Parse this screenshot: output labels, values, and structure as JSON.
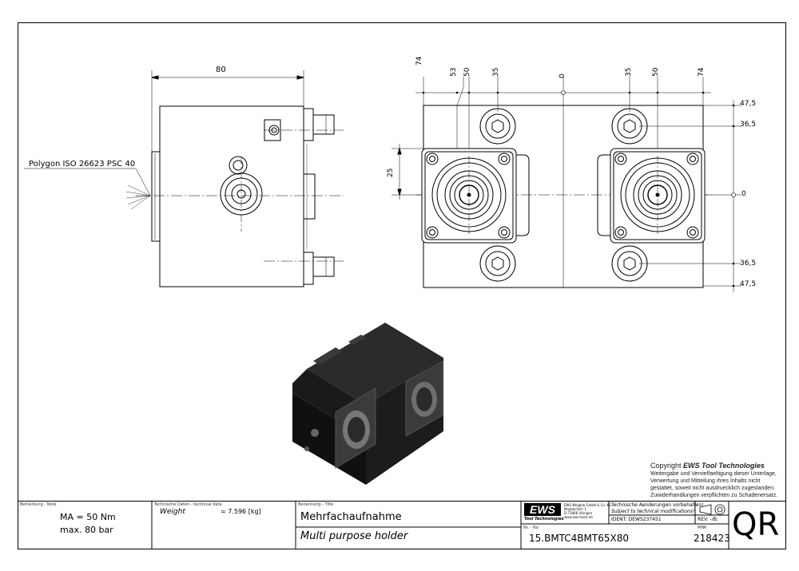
{
  "dimensions": {
    "width_80": "80",
    "top": [
      "74",
      "53",
      "50",
      "35",
      "0",
      "35",
      "50",
      "74"
    ],
    "right": [
      "47,5",
      "36,5",
      "0",
      "36,5",
      "47,5"
    ],
    "left_25": "25"
  },
  "polygon_label": "Polygon ISO 26623 PSC 40",
  "copyright": {
    "title_prefix": "Copyright ",
    "title_brand": "EWS Tool Technologies",
    "lines": [
      "Weitergabe und Vervielfaeltigung dieser Unterlage,",
      "Verwertung und Mitteilung ihres Inhalts nicht",
      "gestattet, soweit nicht ausdruecklich zugestanden.",
      "Zuwiderhandlungen verpflichten zu Schadenersatz."
    ]
  },
  "titleblock": {
    "note_label": "Bemerkung - Note",
    "note_line1": "MA = 50 Nm",
    "note_line2": "max. 80 bar",
    "tech_label": "Technische Daten - technical data",
    "weight_label": "Weight",
    "weight_value": "= 7.596 [kg]",
    "title_label": "Benennung - Title",
    "title_de": "Mehrfachaufnahme",
    "title_en": "Multi purpose holder",
    "logo": "EWS",
    "logo_sub": "Tool Technologies",
    "company": [
      "EWS Weigele GmbH & Co. KG",
      "Maybachstr. 1",
      "D-73066 Uhingen",
      "www.ews-tools.de"
    ],
    "changes_de": "Technische Aenderungen vorbehalten!",
    "changes_en": "Subject to technical modifications!",
    "ident": "IDENT: DEWS237451",
    "rev": "REV: -/B:",
    "nr_label": "Nr. - No.",
    "part_no": "15.BMTC4BMT65X80",
    "mnr_label": "MNR",
    "mnr": "218423",
    "qr": "QR"
  }
}
